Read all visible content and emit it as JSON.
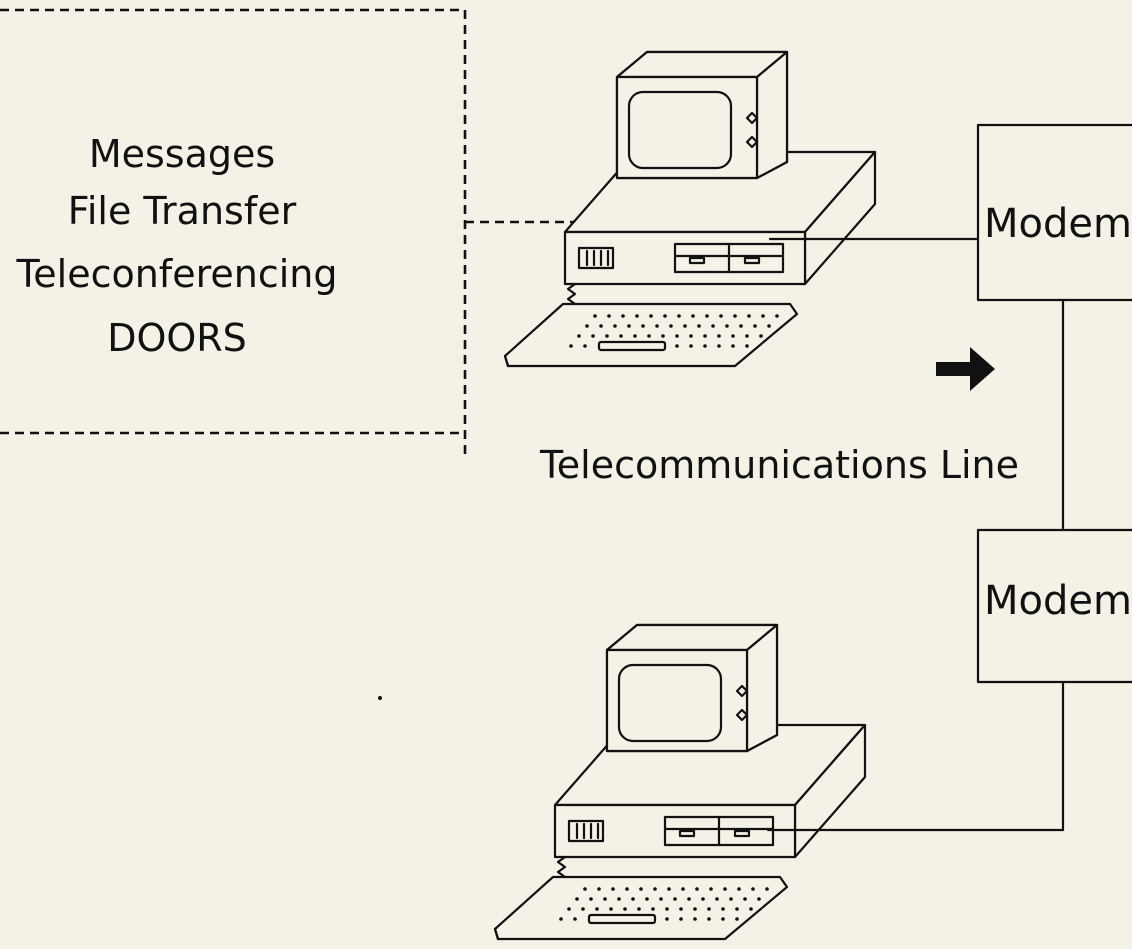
{
  "services": {
    "lines": [
      "Messages",
      "File Transfer",
      "Teleconferencing",
      "DOORS"
    ]
  },
  "modem_top": {
    "label": "Modem"
  },
  "modem_bottom": {
    "label": "Modem"
  },
  "line_label": "Telecommunications Line",
  "icons": {
    "computer_top": "desktop-computer-icon",
    "computer_bottom": "desktop-computer-icon",
    "arrow": "right-arrow-icon"
  },
  "colors": {
    "ink": "#111111",
    "paper": "#f4f1e6"
  }
}
